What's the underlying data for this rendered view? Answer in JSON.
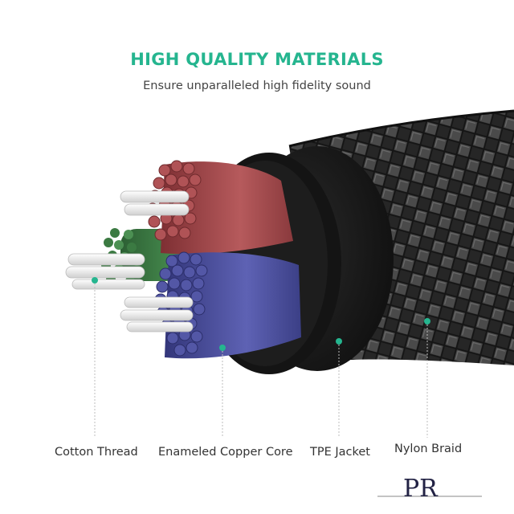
{
  "header": {
    "title": "HIGH QUALITY MATERIALS",
    "subtitle": "Ensure unparalleled high fidelity sound"
  },
  "labels": {
    "cotton": "Cotton Thread",
    "copper": "Enameled Copper Core",
    "tpe": "TPE Jacket",
    "nylon": "Nylon Braid"
  },
  "logo": {
    "text": "PR"
  },
  "colors": {
    "accent": "#25b58f",
    "red_wire": "#a8494c",
    "blue_wire": "#4b4f9c",
    "green_wire": "#3d7d44",
    "white_thread": "#e8e8e8",
    "jacket": "#1a1a1a",
    "braid": "#3a3a3a"
  }
}
